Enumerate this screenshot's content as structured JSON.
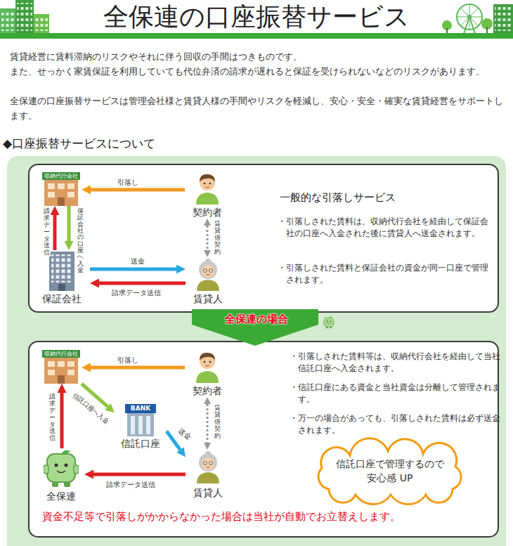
{
  "diagram": {
    "title": "全保連の口座振替サービス",
    "nodes": [
      {
        "text": [
          "一般的な引落しサービス",
          "・引落しされた賃料は、収納代行会社を経由して保証会社の口座へ入金された後に賃貸人へ送金されます。",
          "・引落しされた賃料と保証会社の資金が同一口座で管理されます。"
        ]
      },
      {
        "text": [
          "収納代行会社"
        ],
        "in": 0
      },
      {
        "text": [
          "契約者"
        ],
        "in": 0
      },
      {
        "text": [
          "保証会社"
        ],
        "in": 0
      },
      {
        "text": [
          "賃貸人"
        ],
        "in": 0
      },
      {
        "text": [
          "全保連の場合"
        ]
      },
      {
        "text": [
          "・引落しされた賃料等は、収納代行会社を経由して当社信託口座へ入金されます。",
          "・信託口座にある資金と当社資金は分離して管理されます。",
          "・万一の場合があっても、引落しされた賃料は必ず送金されます。",
          "資金不足等で引落しがかからなかった場合は当社が自動でお立替えします。"
        ]
      },
      {
        "text": [
          "収納代行会社"
        ],
        "in": 6
      },
      {
        "text": [
          "契約者"
        ],
        "in": 6
      },
      {
        "text": [
          "BANK",
          "信託口座"
        ],
        "in": 6
      },
      {
        "text": [
          "全保連"
        ],
        "in": 6
      },
      {
        "text": [
          "賃貸人"
        ],
        "in": 6
      },
      {
        "text": [
          "信託口座で管理するので 安心感 UP"
        ],
        "in": 6
      }
    ],
    "edges": [
      {
        "from": 2,
        "to": 1,
        "label": "引落し",
        "arrow": "to"
      },
      {
        "from": 3,
        "to": 1,
        "label": "請求データ送信",
        "arrow": "to"
      },
      {
        "from": 1,
        "to": 3,
        "label": "保証会社の口座へ入金",
        "arrow": "to"
      },
      {
        "from": 3,
        "to": 4,
        "label": "送金",
        "arrow": "to"
      },
      {
        "from": 4,
        "to": 3,
        "label": "請求データ送信",
        "arrow": "to"
      },
      {
        "from": 2,
        "to": 4,
        "label": "賃貸借契約",
        "arrow": "both"
      },
      {
        "from": 8,
        "to": 7,
        "label": "引落し",
        "arrow": "to"
      },
      {
        "from": 10,
        "to": 7,
        "label": "請求データ送信",
        "arrow": "to"
      },
      {
        "from": 7,
        "to": 9,
        "label": "信託口座へ入金",
        "arrow": "to"
      },
      {
        "from": 9,
        "to": 11,
        "label": "送金",
        "arrow": "to"
      },
      {
        "from": 11,
        "to": 10,
        "label": "請求データ送信",
        "arrow": "to"
      },
      {
        "from": 8,
        "to": 11,
        "label": "賃貸借契約",
        "arrow": "both"
      }
    ],
    "labels": [
      "賃貸経営に賃料滞納のリスクやそれに伴う回収の手間はつきものです。",
      "また、せっかく家賃保証を利用していても代位弁済の請求が遅れると保証を受けられないなどのリスクがあります。",
      "全保連の口座振替サービスは管理会社様と賃貸人様の手間やリスクを軽減し、安心・安全・確実な賃貸経営をサポートします。",
      "◆口座振替サービスについて"
    ]
  }
}
